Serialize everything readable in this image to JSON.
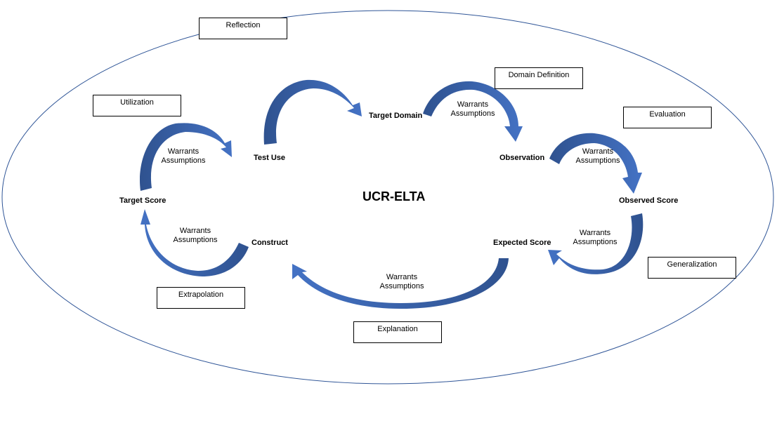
{
  "diagram": {
    "title": "UCR-ELTA",
    "colors": {
      "arrow_light": "#4472c4",
      "arrow_dark": "#2f528f",
      "ellipse": "#2f5597"
    },
    "stage_boxes": {
      "reflection": "Reflection",
      "utilization": "Utilization",
      "domain_definition": "Domain Definition",
      "evaluation": "Evaluation",
      "generalization": "Generalization",
      "extrapolation": "Extrapolation",
      "explanation": "Explanation"
    },
    "nodes": {
      "test_use": "Test Use",
      "target_domain": "Target Domain",
      "observation": "Observation",
      "observed_score": "Observed Score",
      "expected_score": "Expected Score",
      "construct": "Construct",
      "target_score": "Target Score"
    },
    "arrow_labels": {
      "line1": "Warrants",
      "line2": "Assumptions"
    }
  }
}
